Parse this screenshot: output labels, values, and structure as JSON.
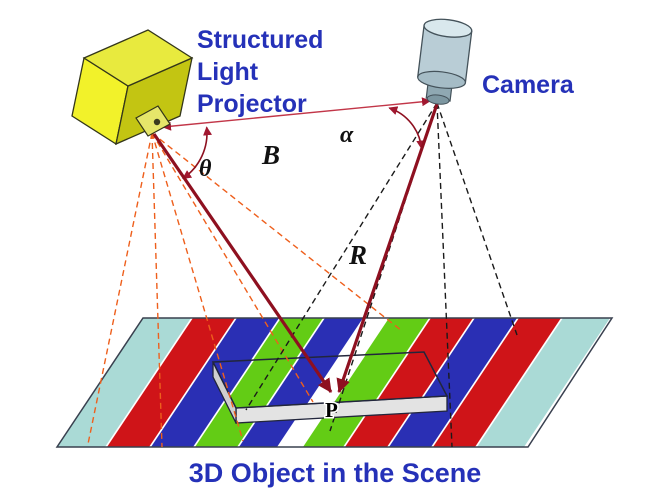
{
  "diagram": {
    "projector_label": [
      "Structured",
      "Light",
      "Projector"
    ],
    "camera_label": "Camera",
    "baseline_label": "B",
    "camera_angle_label": "α",
    "projector_angle_label": "θ",
    "ray_label": "R",
    "point_label": "P",
    "caption": "3D Object in the Scene"
  },
  "colors": {
    "label_blue": "#2531b8",
    "ray_dark_red": "#8e1020",
    "baseline_red": "#c23648",
    "projector_frustum_orange": "#ee5f1c",
    "camera_frustum_black": "#1a1a1a",
    "stripe_teal": "#aadad6",
    "stripe_red": "#cf1418",
    "stripe_blue": "#2a2fb4",
    "stripe_green": "#63cc15",
    "projector_body_yellow": "#f2f22a",
    "projector_top_yellow": "#e8ea3e",
    "projector_side_olive": "#c3c512",
    "camera_body_gray": "#b9cdd6",
    "plane_outline": "#39404f"
  }
}
